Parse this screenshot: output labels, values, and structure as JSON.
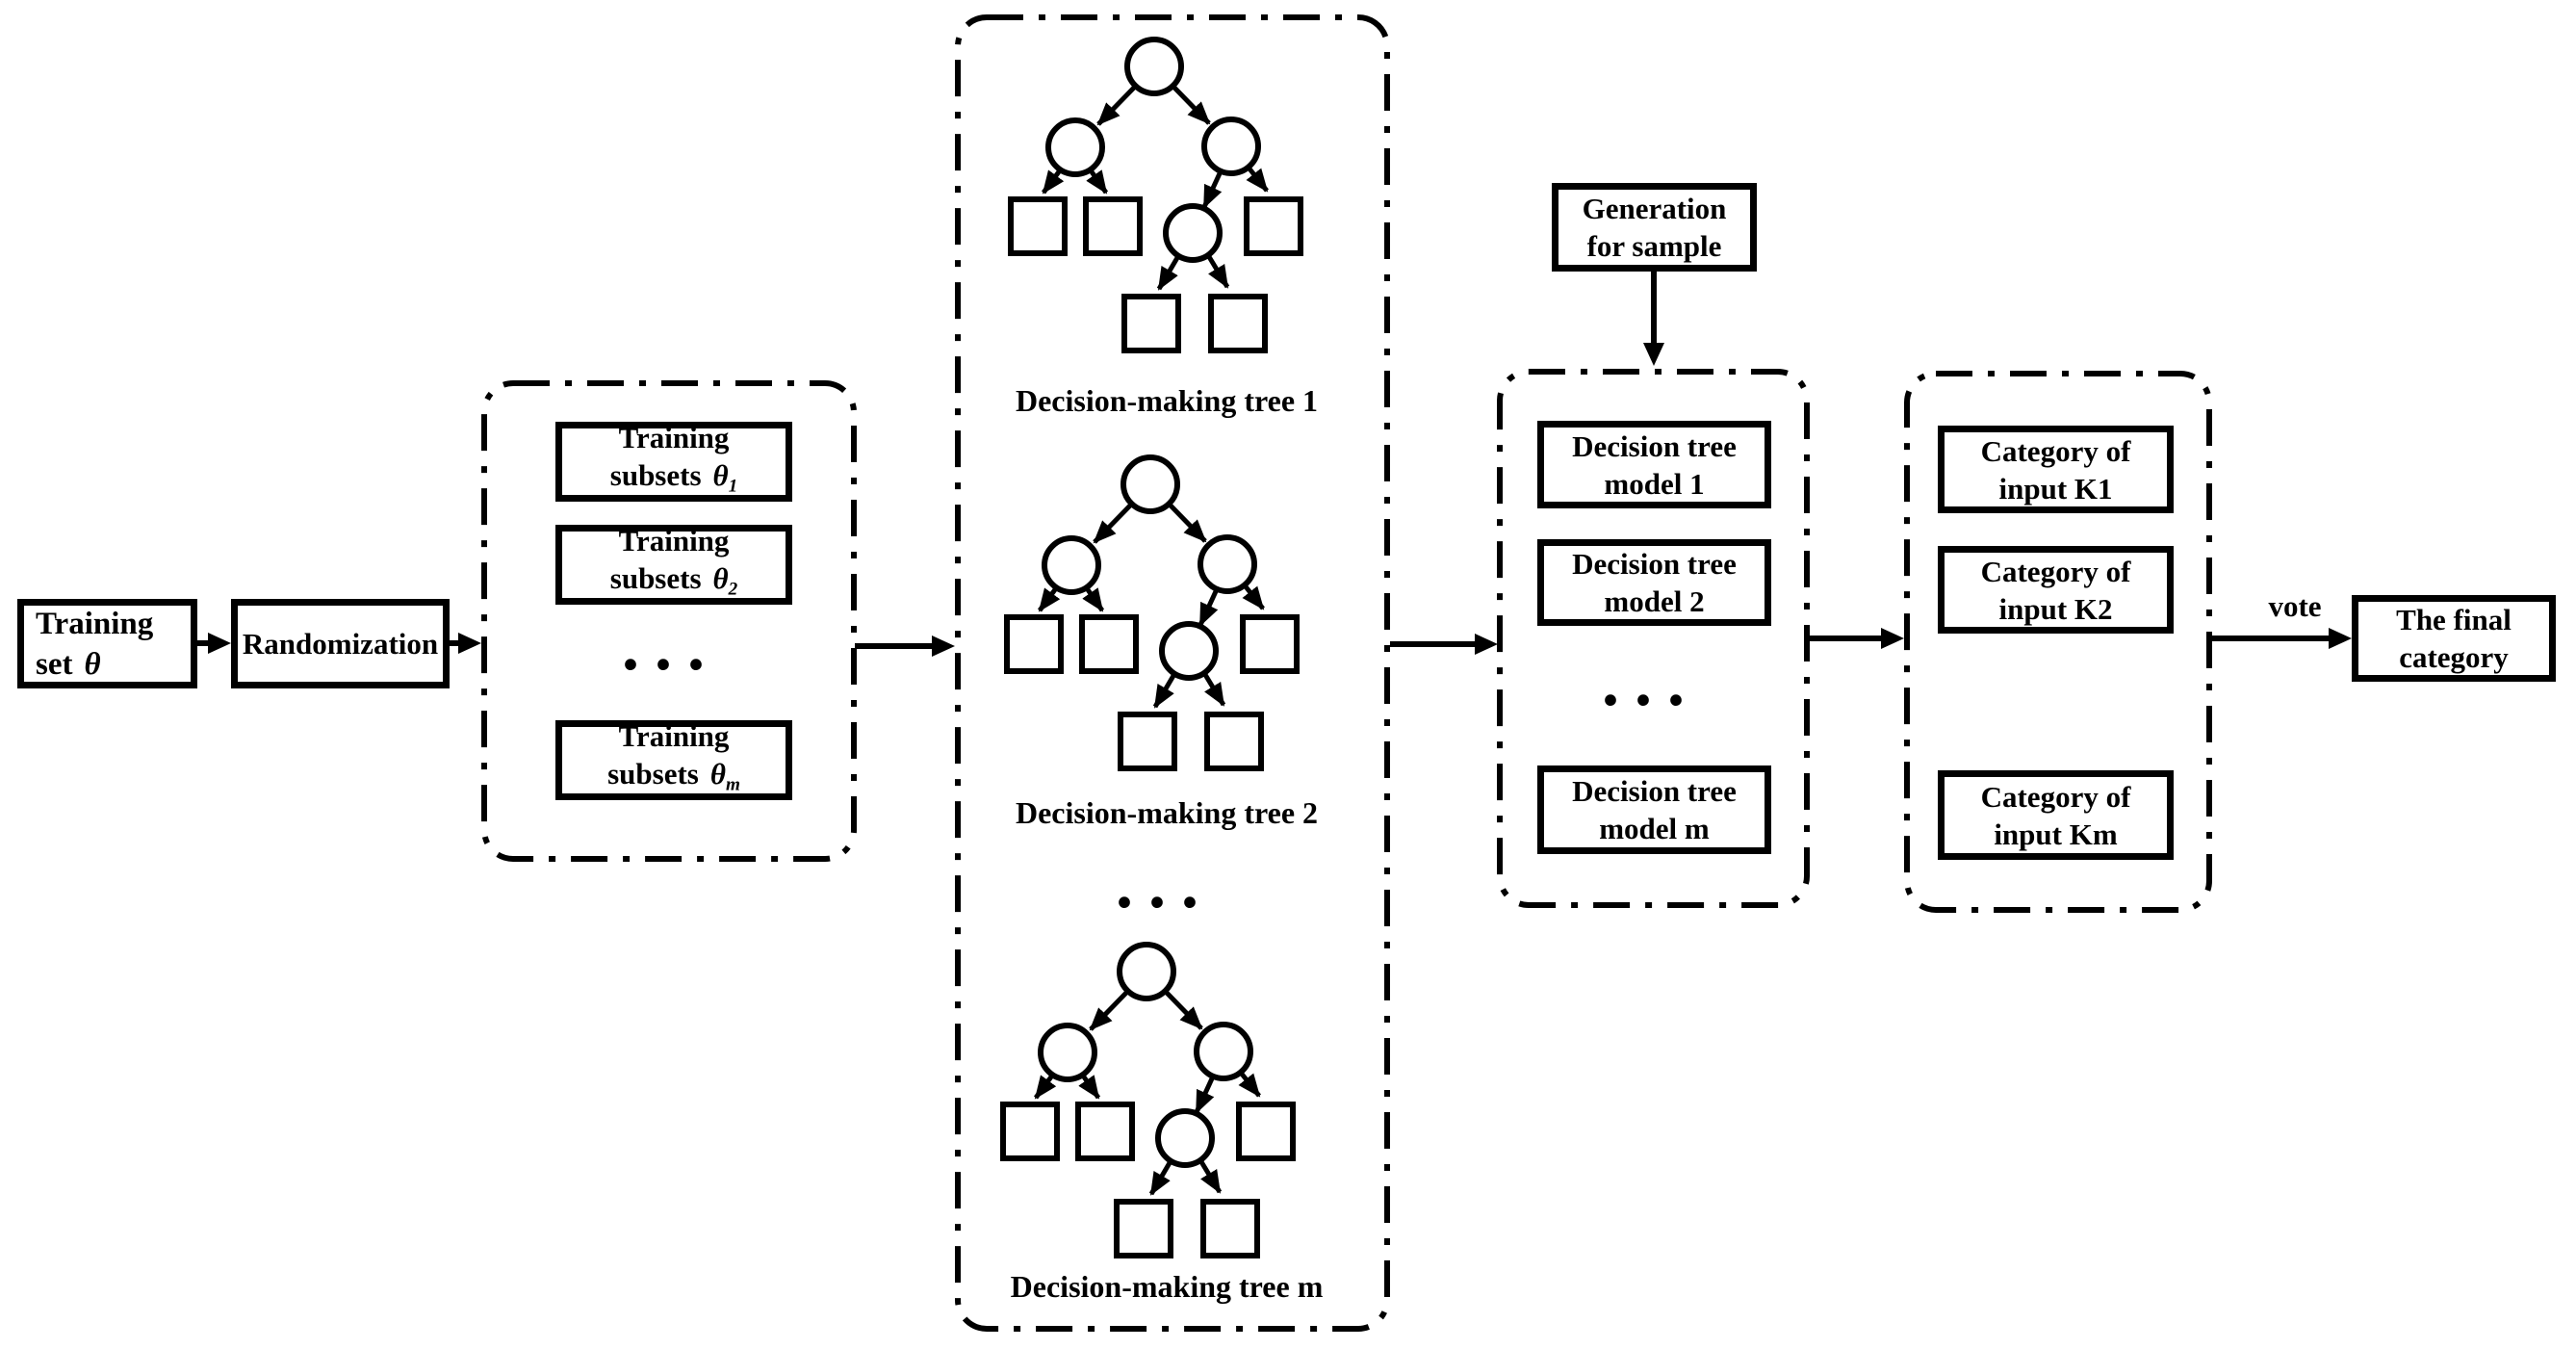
{
  "figure": {
    "training_set": {
      "line1": "Training",
      "line2_prefix": "set",
      "theta": "θ"
    },
    "randomization_label": "Randomization",
    "subsets": {
      "items": [
        {
          "line1": "Training",
          "line2_prefix": "subsets",
          "theta": "θ",
          "sub": "1"
        },
        {
          "line1": "Training",
          "line2_prefix": "subsets",
          "theta": "θ",
          "sub": "2"
        },
        {
          "line1": "Training",
          "line2_prefix": "subsets",
          "theta": "θ",
          "sub": "m"
        }
      ],
      "ellipsis": "..."
    },
    "trees": {
      "captions": [
        "Decision-making tree 1",
        "Decision-making tree 2",
        "Decision-making tree m"
      ],
      "ellipsis": "...",
      "node_shapes": {
        "internal": "circle",
        "leaf": "square"
      }
    },
    "generation": {
      "line1": "Generation",
      "line2": "for sample"
    },
    "models": {
      "items": [
        {
          "line1": "Decision tree",
          "line2": "model 1"
        },
        {
          "line1": "Decision tree",
          "line2": "model 2"
        },
        {
          "line1": "Decision tree",
          "line2": "model m"
        }
      ],
      "ellipsis": "..."
    },
    "categories": {
      "items": [
        {
          "line1": "Category of",
          "line2": "input K1"
        },
        {
          "line1": "Category of",
          "line2": "input K2"
        },
        {
          "line1": "Category of",
          "line2": "input Km"
        }
      ]
    },
    "vote_label": "vote",
    "final": {
      "line1": "The final",
      "line2": "category"
    },
    "colors": {
      "stroke": "#000000",
      "background": "#ffffff"
    }
  }
}
